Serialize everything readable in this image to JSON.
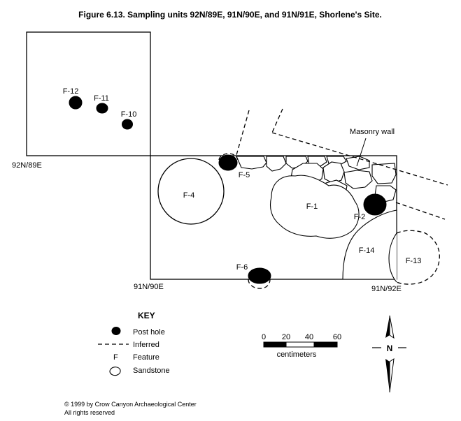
{
  "title": "Figure 6.13.  Sampling units 92N/89E, 91N/90E, and 91N/91E, Shorlene's Site.",
  "grid_labels": {
    "unit_92n89e": "92N/89E",
    "unit_91n90e": "91N/90E",
    "unit_91n92e": "91N/92E"
  },
  "features": {
    "f1": "F-1",
    "f2": "F-2",
    "f4": "F-4",
    "f5": "F-5",
    "f6": "F-6",
    "f10": "F-10",
    "f11": "F-11",
    "f12": "F-12",
    "f13": "F-13",
    "f14": "F-14"
  },
  "annotation": {
    "masonry_wall": "Masonry wall"
  },
  "key": {
    "heading": "KEY",
    "post_hole": "Post hole",
    "inferred": "Inferred",
    "feature_symbol": "F",
    "feature": "Feature",
    "sandstone": "Sandstone"
  },
  "scale": {
    "ticks": [
      "0",
      "20",
      "40",
      "60"
    ],
    "unit": "centimeters"
  },
  "north": {
    "letter": "N"
  },
  "copyright": {
    "line1": "© 1999 by Crow Canyon Archaeological Center",
    "line2": "All rights reserved"
  },
  "colors": {
    "ink": "#000000",
    "paper": "#ffffff"
  }
}
